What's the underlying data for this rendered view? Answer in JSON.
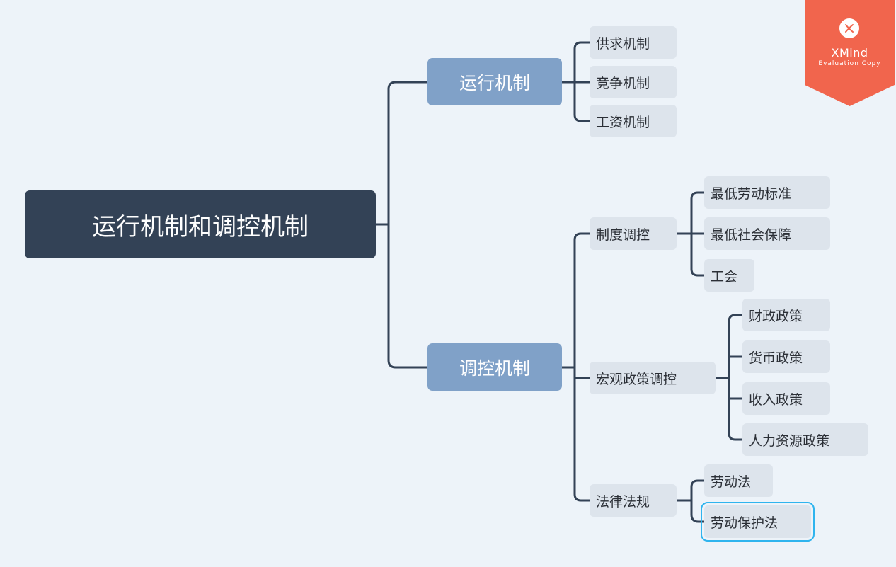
{
  "root": {
    "label": "运行机制和调控机制"
  },
  "branches": [
    {
      "label": "运行机制",
      "children": [
        {
          "label": "供求机制"
        },
        {
          "label": "竞争机制"
        },
        {
          "label": "工资机制"
        }
      ]
    },
    {
      "label": "调控机制",
      "children": [
        {
          "label": "制度调控",
          "children": [
            {
              "label": "最低劳动标准"
            },
            {
              "label": "最低社会保障"
            },
            {
              "label": "工会"
            }
          ]
        },
        {
          "label": "宏观政策调控",
          "children": [
            {
              "label": "财政政策"
            },
            {
              "label": "货币政策"
            },
            {
              "label": "收入政策"
            },
            {
              "label": "人力资源政策"
            }
          ]
        },
        {
          "label": "法律法规",
          "children": [
            {
              "label": "劳动法"
            },
            {
              "label": "劳动保护法"
            }
          ]
        }
      ]
    }
  ],
  "watermark": {
    "title": "XMind",
    "subtitle": "Evaluation Copy",
    "color": "#f1654d"
  },
  "colors": {
    "root": "#334256",
    "branch": "#80a1c8",
    "leaf": "#dde4ec",
    "line": "#334256",
    "selection": "#2fb4ee",
    "background": "#edf3f9"
  }
}
